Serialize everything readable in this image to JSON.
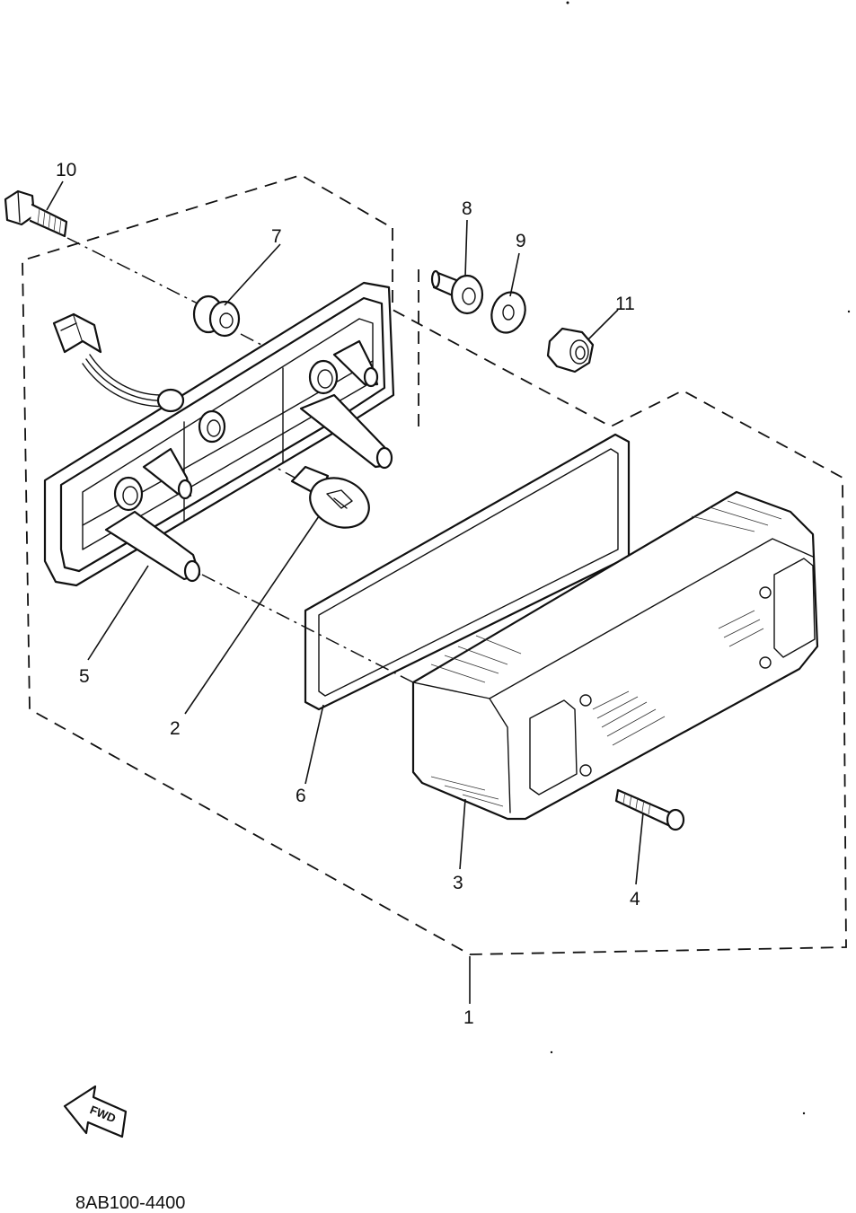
{
  "callouts": {
    "c1": "1",
    "c2": "2",
    "c3": "3",
    "c4": "4",
    "c5": "5",
    "c6": "6",
    "c7": "7",
    "c8": "8",
    "c9": "9",
    "c10": "10",
    "c11": "11"
  },
  "direction_label": "FWD",
  "diagram_code": "8AB100-4400",
  "icons": {
    "direction": "forward-arrow-icon"
  }
}
